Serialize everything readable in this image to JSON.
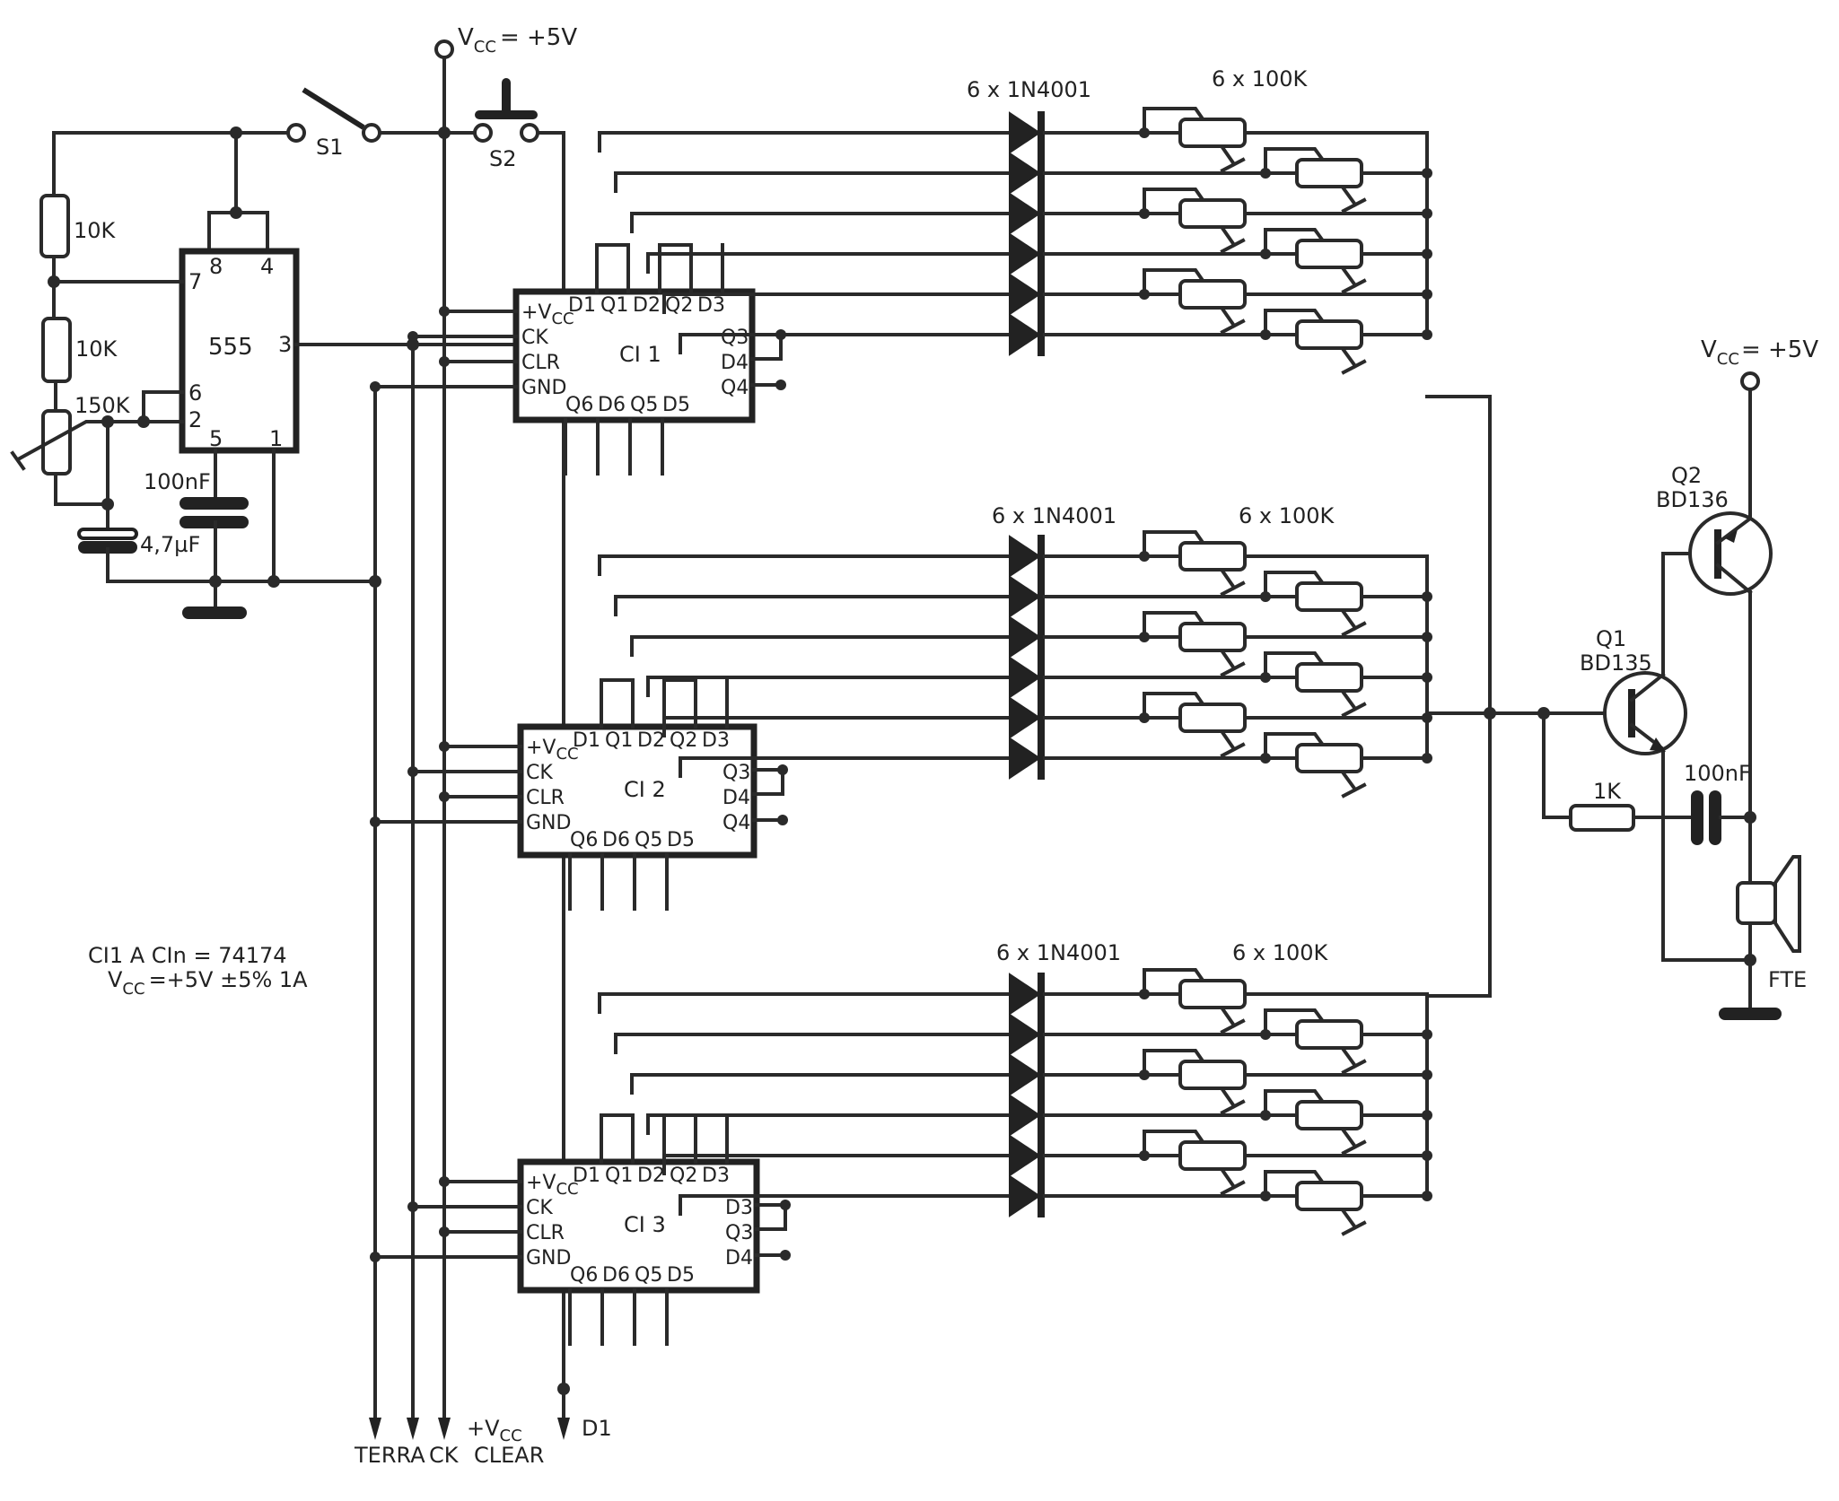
{
  "title": "Schematic: 555 clock + 3x 74174 sequencer with diode/trimmer matrix and BD135/BD136 speaker driver",
  "power": {
    "vcc_top": "V",
    "vcc_top_sub": "CC",
    "vcc_top_val": "= +5V",
    "vcc_right": "V",
    "vcc_right_sub": "CC",
    "vcc_right_val": "= +5V"
  },
  "switches": {
    "s1": "S1",
    "s2": "S2"
  },
  "timer": {
    "name": "555",
    "pins": {
      "p8": "8",
      "p4": "4",
      "p7": "7",
      "p3": "3",
      "p6": "6",
      "p2": "2",
      "p5": "5",
      "p1": "1"
    },
    "r1": "10K",
    "r2": "10K",
    "pot": "150K",
    "c_timing": "4,7µF",
    "c_ctrl": "100nF"
  },
  "ics": [
    {
      "name": "CI 1",
      "left_pins": [
        "+V",
        "CK",
        "CLR",
        "GND"
      ],
      "vcc_sub": "CC",
      "top_pins": [
        "D1",
        "Q1",
        "D2",
        "Q2",
        "D3"
      ],
      "right_pins": [
        "Q3",
        "D4",
        "Q4"
      ],
      "bottom_pins": [
        "Q6",
        "D6",
        "Q5",
        "D5"
      ]
    },
    {
      "name": "CI 2",
      "left_pins": [
        "+V",
        "CK",
        "CLR",
        "GND"
      ],
      "vcc_sub": "CC",
      "top_pins": [
        "D1",
        "Q1",
        "D2",
        "Q2",
        "D3"
      ],
      "right_pins": [
        "Q3",
        "D4",
        "Q4"
      ],
      "bottom_pins": [
        "Q6",
        "D6",
        "Q5",
        "D5"
      ]
    },
    {
      "name": "CI 3",
      "left_pins": [
        "+V",
        "CK",
        "CLR",
        "GND"
      ],
      "vcc_sub": "CC",
      "top_pins": [
        "D1",
        "Q1",
        "D2",
        "Q2",
        "D3"
      ],
      "right_pins": [
        "D3",
        "Q3",
        "D4"
      ],
      "bottom_pins": [
        "Q6",
        "D6",
        "Q5",
        "D5"
      ]
    }
  ],
  "banks": [
    {
      "diodes": "6 x 1N4001",
      "trimmers": "6 x 100K"
    },
    {
      "diodes": "6 x 1N4001",
      "trimmers": "6 x 100K"
    },
    {
      "diodes": "6 x 1N4001",
      "trimmers": "6 x 100K"
    }
  ],
  "output_stage": {
    "q1_name": "Q1",
    "q1_type": "BD135",
    "q2_name": "Q2",
    "q2_type": "BD136",
    "r_base": "1K",
    "c_out": "100nF",
    "speaker": "FTE"
  },
  "notes": {
    "line1": "CI1 A CIn = 74174",
    "line2_v": "V",
    "line2_sub": "CC",
    "line2_val": "=+5V ±5%  1A"
  },
  "bus_labels": {
    "terra": "TERRA",
    "ck": "CK",
    "vcc": "+V",
    "vcc_sub": "CC",
    "clear": "CLEAR",
    "d1": "D1"
  }
}
